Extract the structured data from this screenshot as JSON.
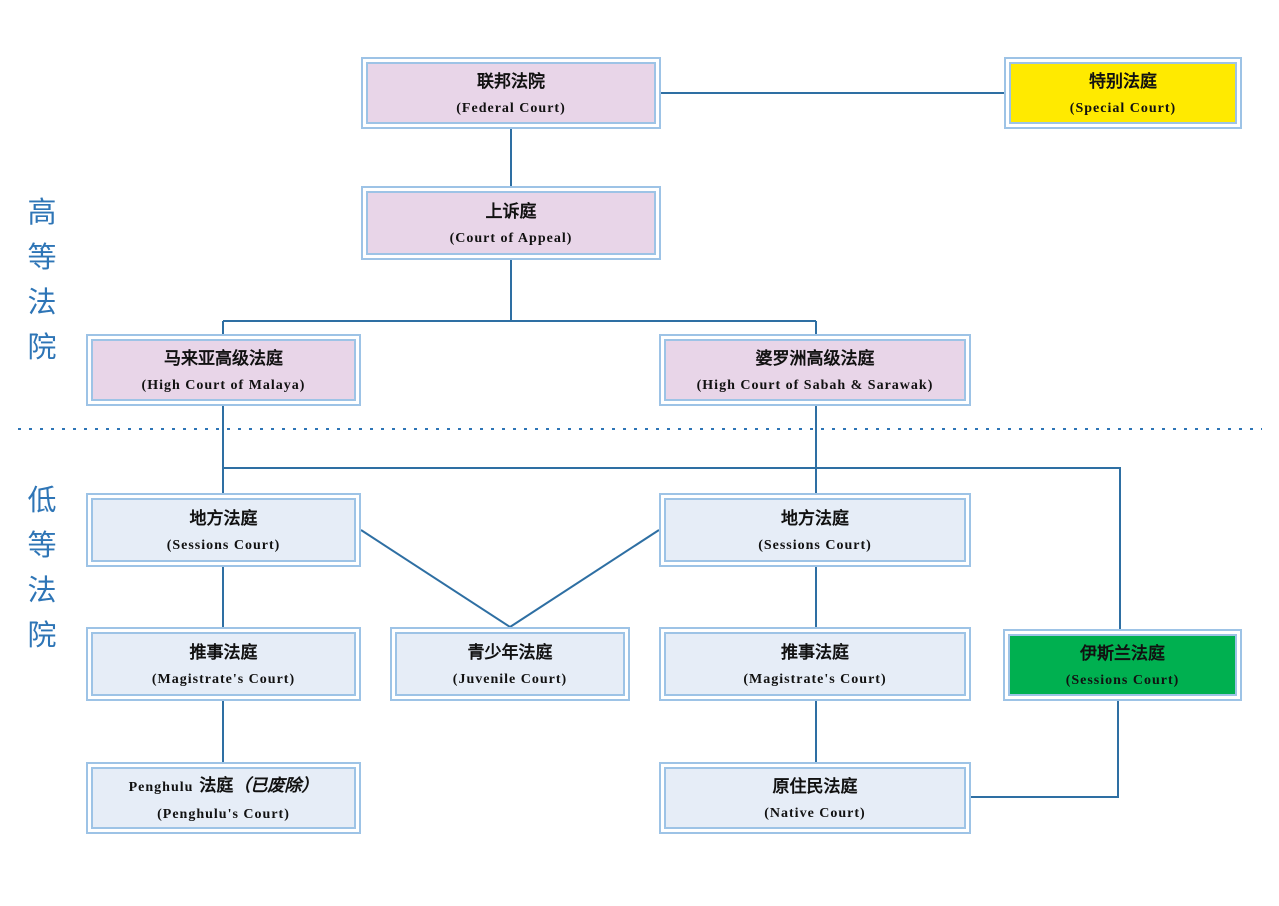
{
  "colors": {
    "connector": "#2e6fa3",
    "box_border": "#9dc3e6",
    "superior_fill": "#e8d5e8",
    "subordinate_fill": "#e6edf7",
    "special_fill": "#ffea00",
    "islamic_fill": "#00b050",
    "side_label": "#2e75b6"
  },
  "side_labels": {
    "superior": [
      "高",
      "等",
      "法",
      "院"
    ],
    "subordinate": [
      "低",
      "等",
      "法",
      "院"
    ]
  },
  "courts": {
    "federal": {
      "zh": "联邦法院",
      "en": "(Federal Court)"
    },
    "special": {
      "zh": "特别法庭",
      "en": "(Special Court)"
    },
    "appeal": {
      "zh": "上诉庭",
      "en": "(Court of Appeal)"
    },
    "high_malaya": {
      "zh": "马来亚高级法庭",
      "en": "(High Court of Malaya)"
    },
    "high_borneo": {
      "zh": "婆罗洲高级法庭",
      "en": "(High Court of Sabah & Sarawak)"
    },
    "sessions_left": {
      "zh": "地方法庭",
      "en": "(Sessions Court)"
    },
    "sessions_right": {
      "zh": "地方法庭",
      "en": "(Sessions Court)"
    },
    "magistrate_left": {
      "zh": "推事法庭",
      "en": "(Magistrate's Court)"
    },
    "juvenile": {
      "zh": "青少年法庭",
      "en": "(Juvenile Court)"
    },
    "magistrate_right": {
      "zh": "推事法庭",
      "en": "(Magistrate's Court)"
    },
    "islamic": {
      "zh": "伊斯兰法庭",
      "en": "(Sessions Court)"
    },
    "penghulu": {
      "zh_prefix": "Penghulu",
      "zh": "法庭",
      "zh_note": "（已废除）",
      "en": "(Penghulu's Court)"
    },
    "native": {
      "zh": "原住民法庭",
      "en": "(Native Court)"
    }
  }
}
